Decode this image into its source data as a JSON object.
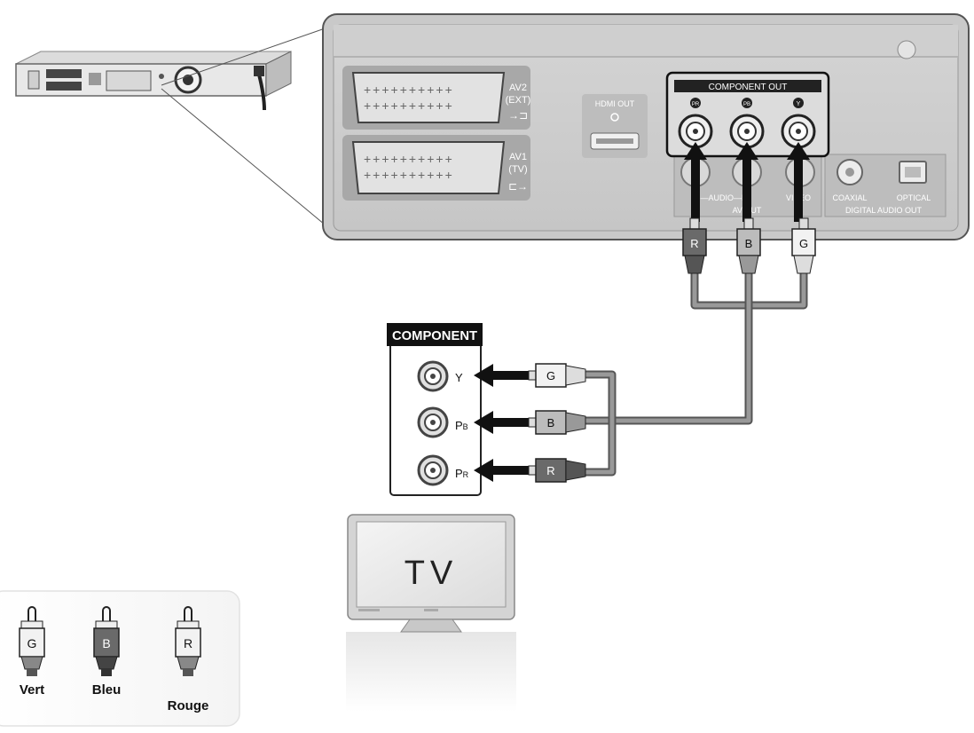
{
  "rear_panel": {
    "av2_label": "AV2",
    "av2_sub": "(EXT)",
    "av1_label": "AV1",
    "av1_sub": "(TV)",
    "hdmi_label": "HDMI OUT",
    "component_out_label": "COMPONENT OUT",
    "jack_pr": "PR",
    "jack_pb": "PB",
    "jack_y": "Y",
    "audio_label": "R—AUDIO—L",
    "video_label": "VIDEO",
    "av_out_label": "AV OUT",
    "coaxial_label": "COAXIAL",
    "optical_label": "OPTICAL",
    "digital_audio_out_label": "DIGITAL AUDIO OUT"
  },
  "cables": {
    "r_label": "R",
    "b_label": "B",
    "g_label": "G"
  },
  "tv_panel": {
    "component_label": "COMPONENT",
    "y_label": "Y",
    "pb_label": "P",
    "pb_sub": "B",
    "pr_label": "P",
    "pr_sub": "R"
  },
  "tv": {
    "label": "TV"
  },
  "legend": {
    "items": [
      {
        "letter": "G",
        "name": "Vert",
        "color": "#f2f2f2"
      },
      {
        "letter": "B",
        "name": "Bleu",
        "color": "#6a6a6a"
      },
      {
        "letter": "R",
        "name": "Rouge",
        "color": "#f2f2f2"
      }
    ]
  }
}
